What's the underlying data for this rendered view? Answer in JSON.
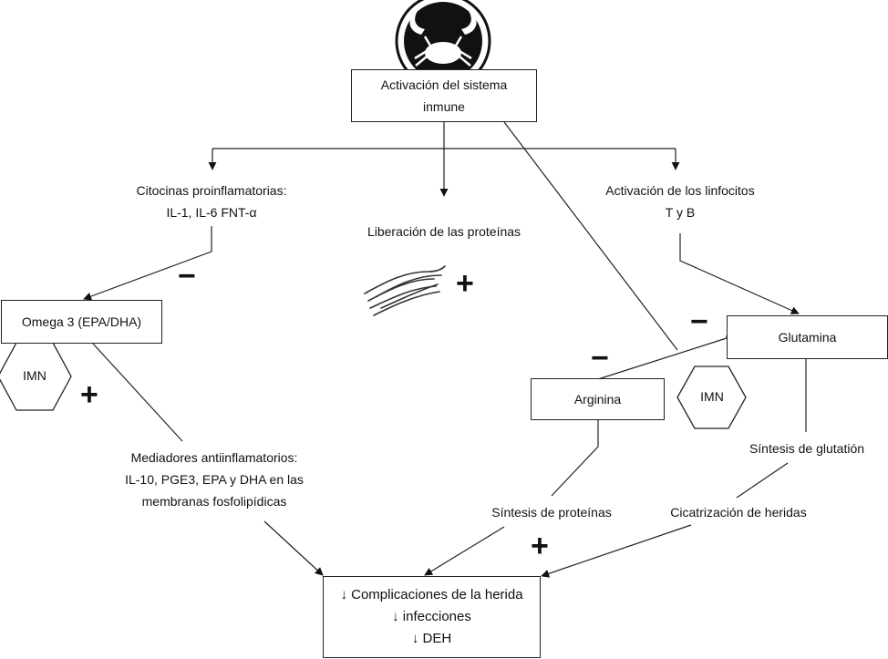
{
  "nodes": {
    "immune_activation": {
      "line1": "Activación del sistema",
      "line2": "inmune"
    },
    "cytokines": {
      "line1": "Citocinas proinflamatorias:",
      "line2": "IL-1, IL-6 FNT-α"
    },
    "protein_release": {
      "text": "Liberación de las proteínas"
    },
    "lymphocytes": {
      "line1": "Activación de los linfocitos",
      "line2": "T y B"
    },
    "omega3": {
      "text": "Omega 3 (EPA/DHA)"
    },
    "glutamine": {
      "text": "Glutamina"
    },
    "arginine": {
      "text": "Arginina"
    },
    "anti_mediators": {
      "line1": "Mediadores antiinflamatorios:",
      "line2": "IL-10, PGE3, EPA y DHA en las",
      "line3": "membranas fosfolipídicas"
    },
    "protein_synthesis": {
      "text": "Síntesis de proteínas"
    },
    "glutathione": {
      "text": "Síntesis de glutatión"
    },
    "wound_healing": {
      "text": "Cicatrización de heridas"
    },
    "outcome": {
      "line1": "↓ Complicaciones de la herida",
      "line2": "↓ infecciones",
      "line3": "↓ DEH"
    }
  },
  "badges": {
    "imn_left": "IMN",
    "imn_right": "IMN"
  },
  "signs": {
    "minus_cytokines": "−",
    "plus_omega": "+",
    "plus_proteins": "+",
    "minus_glutamine": "−",
    "minus_arginine": "−",
    "plus_outcome": "+"
  },
  "icons": {
    "top": "crab-icon",
    "fibers": "protein-fibers-icon"
  }
}
